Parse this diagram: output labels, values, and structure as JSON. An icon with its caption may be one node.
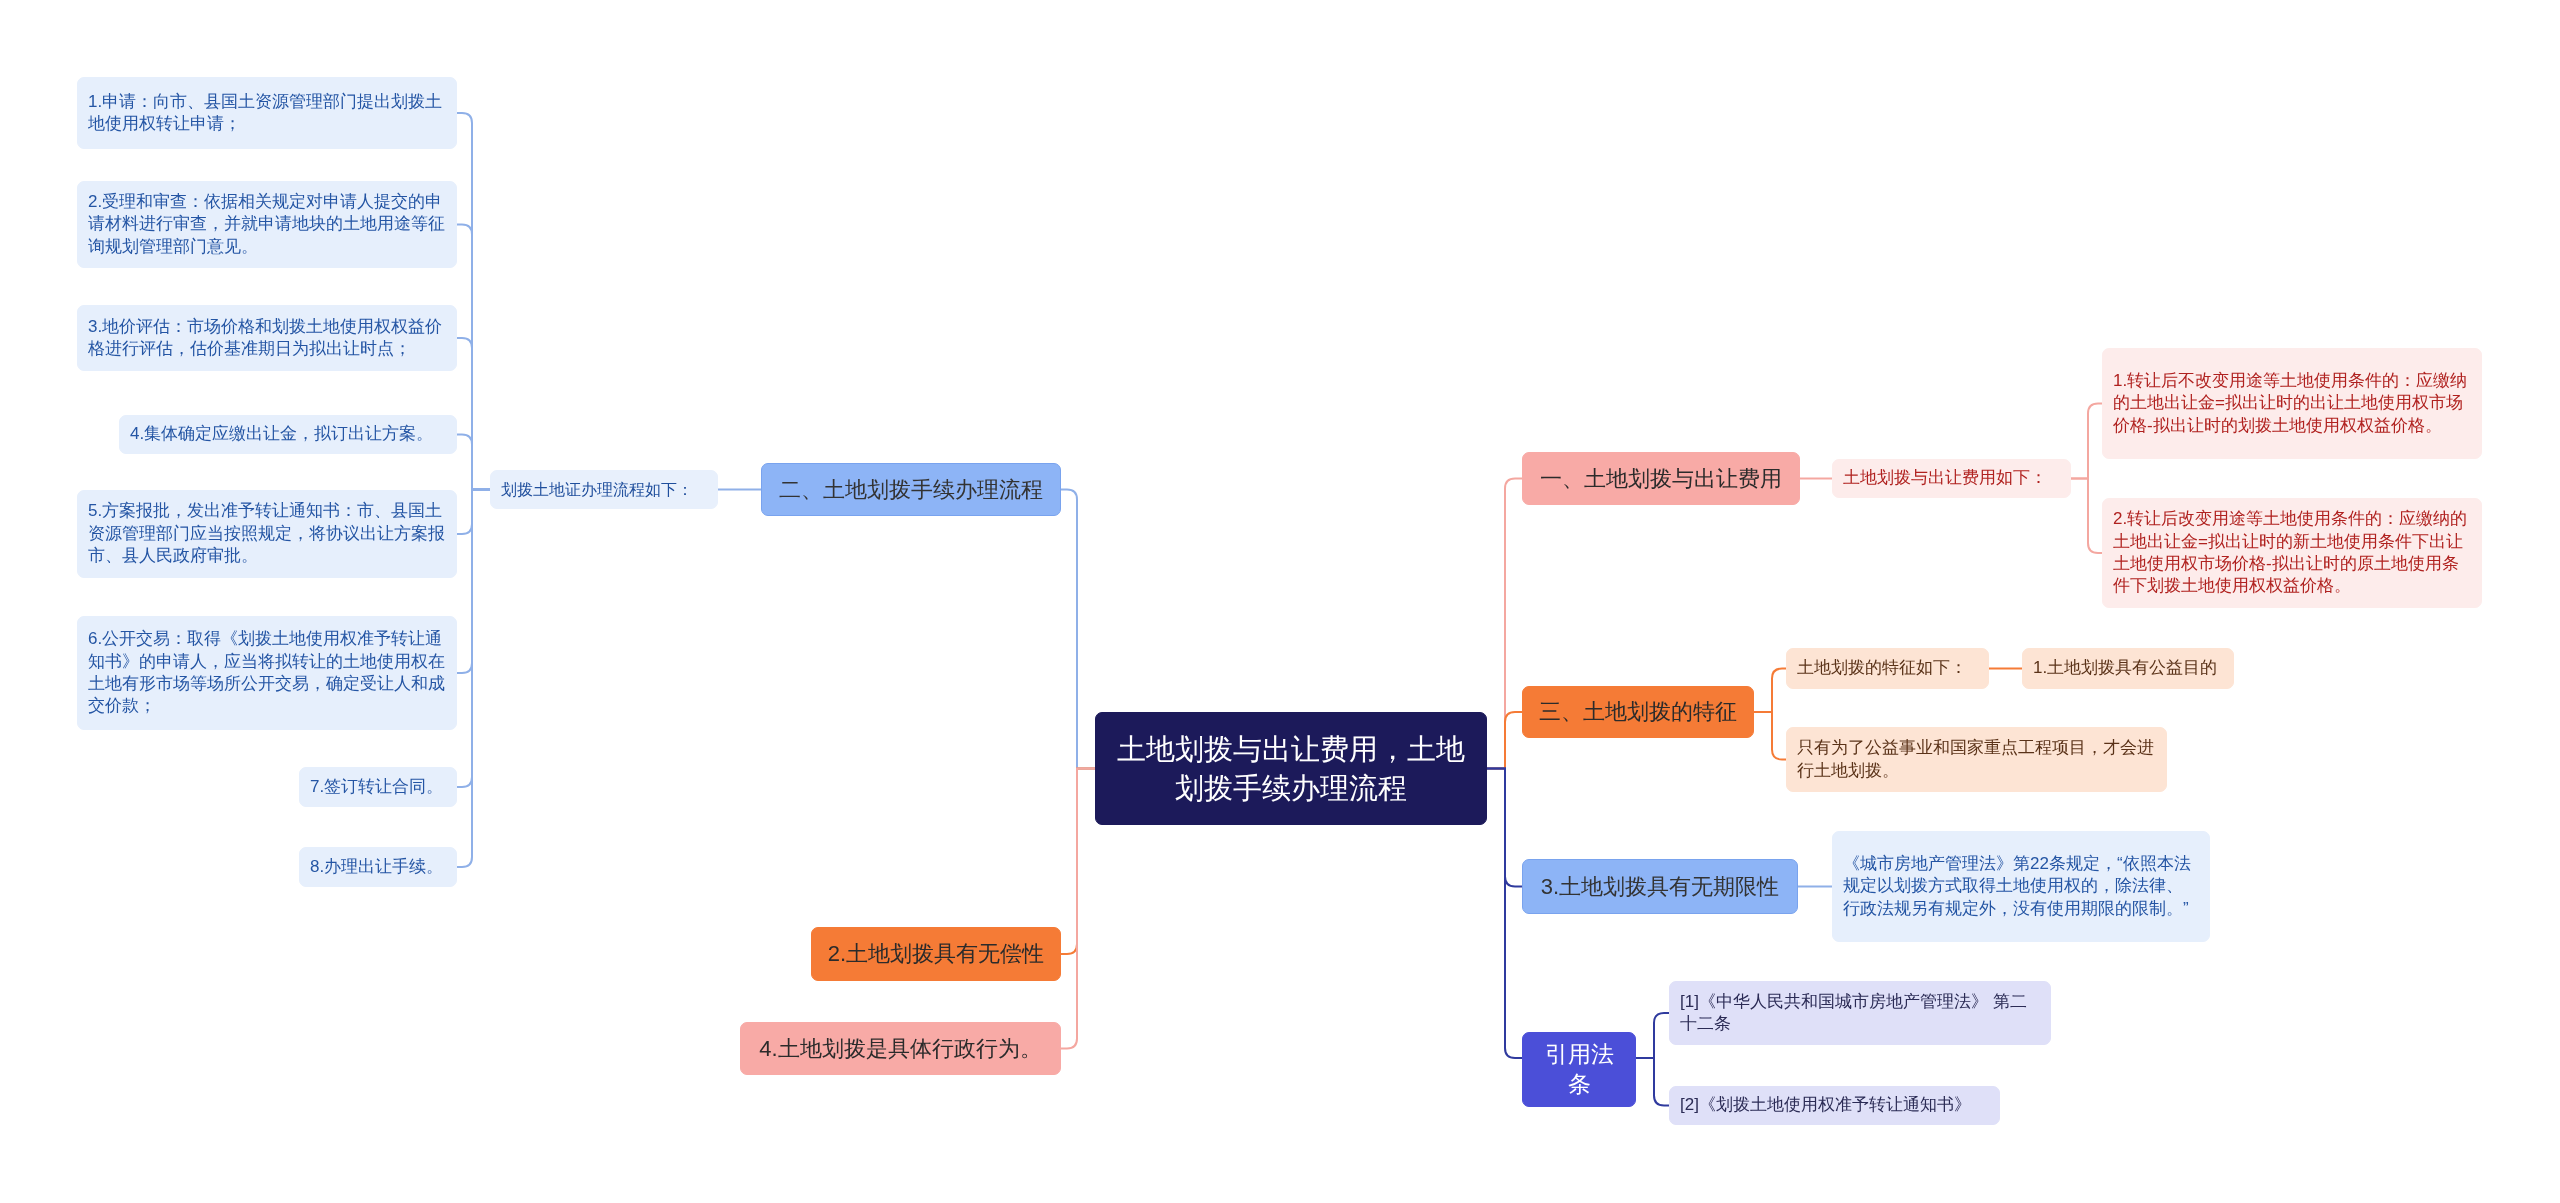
{
  "diagram": {
    "nodes": [
      {
        "text": [
          "土地划拨与出让费用，土地划拨手续办理流程"
        ]
      },
      {
        "text": [
          "二、土地划拨手续办理流程"
        ]
      },
      {
        "text": [
          "划拨土地证办理流程如下："
        ]
      },
      {
        "text": [
          "1.申请：向市、县国土资源管理部门提出划拨土地使用权转让申请；"
        ]
      },
      {
        "text": [
          "2.受理和审查：依据相关规定对申请人提交的申请材料进行审查，并就申请地块的土地用途等征询规划管理部门意见。"
        ]
      },
      {
        "text": [
          "3.地价评估：市场价格和划拨土地使用权权益价格进行评估，估价基准期日为拟出让时点；"
        ]
      },
      {
        "text": [
          "4.集体确定应缴出让金，拟订出让方案。"
        ]
      },
      {
        "text": [
          "5.方案报批，发出准予转让通知书：市、县国土资源管理部门应当按照规定，将协议出让方案报市、县人民政府审批。"
        ]
      },
      {
        "text": [
          "6.公开交易：取得《划拨土地使用权准予转让通知书》的申请人，应当将拟转让的土地使用权在土地有形市场等场所公开交易，确定受让人和成交价款；"
        ]
      },
      {
        "text": [
          "7.签订转让合同。"
        ]
      },
      {
        "text": [
          "8.办理出让手续。"
        ]
      },
      {
        "text": [
          "2.土地划拨具有无偿性"
        ]
      },
      {
        "text": [
          "4.土地划拨是具体行政行为。"
        ]
      },
      {
        "text": [
          "一、土地划拨与出让费用"
        ]
      },
      {
        "text": [
          "土地划拨与出让费用如下："
        ]
      },
      {
        "text": [
          "1.转让后不改变用途等土地使用条件的：应缴纳的土地出让金=拟出让时的出让土地使用权市场价格-拟出让时的划拨土地使用权权益价格。"
        ]
      },
      {
        "text": [
          "2.转让后改变用途等土地使用条件的：应缴纳的土地出让金=拟出让时的新土地使用条件下出让土地使用权市场价格-拟出让时的原土地使用条件下划拨土地使用权权益价格。"
        ]
      },
      {
        "text": [
          "三、土地划拨的特征"
        ]
      },
      {
        "text": [
          "土地划拨的特征如下："
        ]
      },
      {
        "text": [
          "1.土地划拨具有公益目的"
        ]
      },
      {
        "text": [
          "只有为了公益事业和国家重点工程项目，才会进行土地划拨。"
        ]
      },
      {
        "text": [
          "3.土地划拨具有无期限性"
        ]
      },
      {
        "text": [
          "《城市房地产管理法》第22条规定，“依照本法规定以划拨方式取得土地使用权的，除法律、行政法规另有规定外，没有使用期限的限制。”"
        ]
      },
      {
        "text": [
          "引用法条"
        ]
      },
      {
        "text": [
          "[1]《中华人民共和国城市房地产管理法》 第二十二条"
        ]
      },
      {
        "text": [
          "[2]《划拨土地使用权准予转让通知书》"
        ]
      }
    ],
    "edges": [
      {
        "from": 0,
        "to": 1,
        "arrow": "none"
      },
      {
        "from": 1,
        "to": 2,
        "arrow": "none"
      },
      {
        "from": 2,
        "to": 3,
        "arrow": "none"
      },
      {
        "from": 2,
        "to": 4,
        "arrow": "none"
      },
      {
        "from": 2,
        "to": 5,
        "arrow": "none"
      },
      {
        "from": 2,
        "to": 6,
        "arrow": "none"
      },
      {
        "from": 2,
        "to": 7,
        "arrow": "none"
      },
      {
        "from": 2,
        "to": 8,
        "arrow": "none"
      },
      {
        "from": 2,
        "to": 9,
        "arrow": "none"
      },
      {
        "from": 2,
        "to": 10,
        "arrow": "none"
      },
      {
        "from": 0,
        "to": 11,
        "arrow": "none",
        "color": "#f57b36"
      },
      {
        "from": 0,
        "to": 12,
        "arrow": "none",
        "color": "#f4a7a0"
      },
      {
        "from": 0,
        "to": 13,
        "arrow": "none",
        "color": "#f4a7a0"
      },
      {
        "from": 13,
        "to": 14,
        "arrow": "none",
        "color": "#f4a7a0"
      },
      {
        "from": 14,
        "to": 15,
        "arrow": "none",
        "color": "#f4a7a0"
      },
      {
        "from": 14,
        "to": 16,
        "arrow": "none",
        "color": "#f4a7a0"
      },
      {
        "from": 0,
        "to": 17,
        "arrow": "none",
        "color": "#f57b36"
      },
      {
        "from": 17,
        "to": 18,
        "arrow": "none",
        "color": "#f57b36"
      },
      {
        "from": 18,
        "to": 19,
        "arrow": "none",
        "color": "#f57b36"
      },
      {
        "from": 17,
        "to": 20,
        "arrow": "none",
        "color": "#f57b36"
      },
      {
        "from": 0,
        "to": 21,
        "arrow": "none",
        "color": "#2f3a9e"
      },
      {
        "from": 21,
        "to": 22,
        "arrow": "none"
      },
      {
        "from": 0,
        "to": 23,
        "arrow": "none",
        "color": "#2f3a9e"
      },
      {
        "from": 23,
        "to": 24,
        "arrow": "none",
        "color": "#2f3a9e"
      },
      {
        "from": 23,
        "to": 25,
        "arrow": "none",
        "color": "#2f3a9e"
      }
    ]
  }
}
